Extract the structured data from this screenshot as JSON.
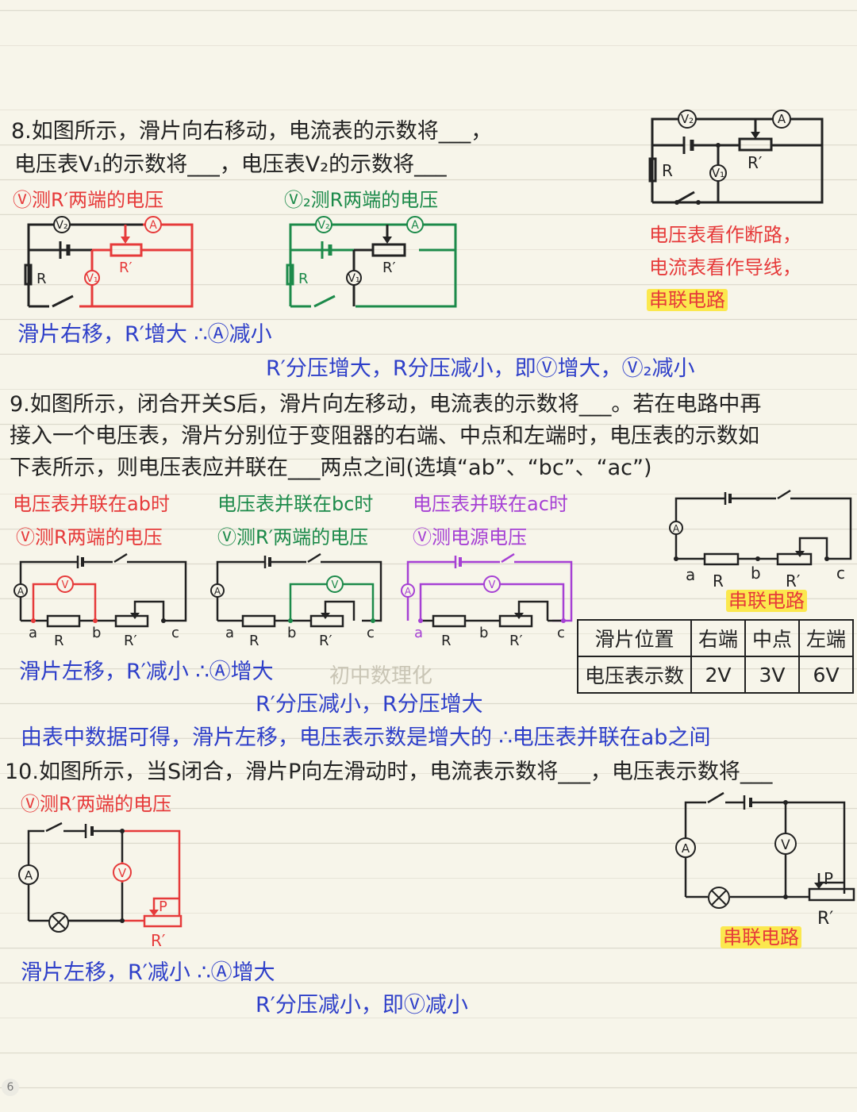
{
  "q8": {
    "line1": "8.如图所示，滑片向右移动，电流表的示数将___，",
    "line2": "电压表V₁的示数将___，电压表V₂的示数将___",
    "note_v1": "Ⓥ测R′两端的电压",
    "note_v2": "Ⓥ₂测R两端的电压",
    "side1": "电压表看作断路，",
    "side2": "电流表看作导线，",
    "series": "串联电路",
    "ans1": "滑片右移，R′增大  ∴Ⓐ减小",
    "ans2": "R′分压增大，R分压减小，即Ⓥ增大，Ⓥ₂减小"
  },
  "q9": {
    "line1": "9.如图所示，闭合开关S后，滑片向左移动，电流表的示数将___。若在电路中再",
    "line2": "接入一个电压表，滑片分别位于变阻器的右端、中点和左端时，电压表的示数如",
    "line3": "下表所示，则电压表应并联在___两点之间(选填“ab”、“bc”、“ac”)",
    "case_ab": "电压表并联在ab时",
    "case_bc": "电压表并联在bc时",
    "case_ac": "电压表并联在ac时",
    "note_ab": "Ⓥ测R两端的电压",
    "note_bc": "Ⓥ测R′两端的电压",
    "note_ac": "Ⓥ测电源电压",
    "series": "串联电路",
    "table": {
      "header": [
        "滑片位置",
        "右端",
        "中点",
        "左端"
      ],
      "row": [
        "电压表示数",
        "2V",
        "3V",
        "6V"
      ]
    },
    "ans1": "滑片左移，R′减小  ∴Ⓐ增大",
    "watermark": "初中数理化",
    "ans2": "R′分压减小，R分压增大",
    "ans3": "由表中数据可得，滑片左移，电压表示数是增大的  ∴电压表并联在ab之间"
  },
  "q10": {
    "line1": "10.如图所示，当S闭合，滑片P向左滑动时，电流表示数将___，电压表示数将___",
    "note": "Ⓥ测R′两端的电压",
    "series": "串联电路",
    "ans1": "滑片左移，R′减小  ∴Ⓐ增大",
    "ans2": "R′分压减小，即Ⓥ减小"
  },
  "labels": {
    "R": "R",
    "Rp": "R′",
    "A": "A",
    "V": "V",
    "V1": "V₁",
    "V2": "V₂",
    "a": "a",
    "b": "b",
    "c": "c",
    "P": "P"
  },
  "colors": {
    "black": "#222222",
    "blue": "#2e3fc9",
    "red": "#e63a3a",
    "green": "#1c8a4a",
    "purple": "#a640d4",
    "highlight": "#fbe84e"
  },
  "page_number": "6"
}
